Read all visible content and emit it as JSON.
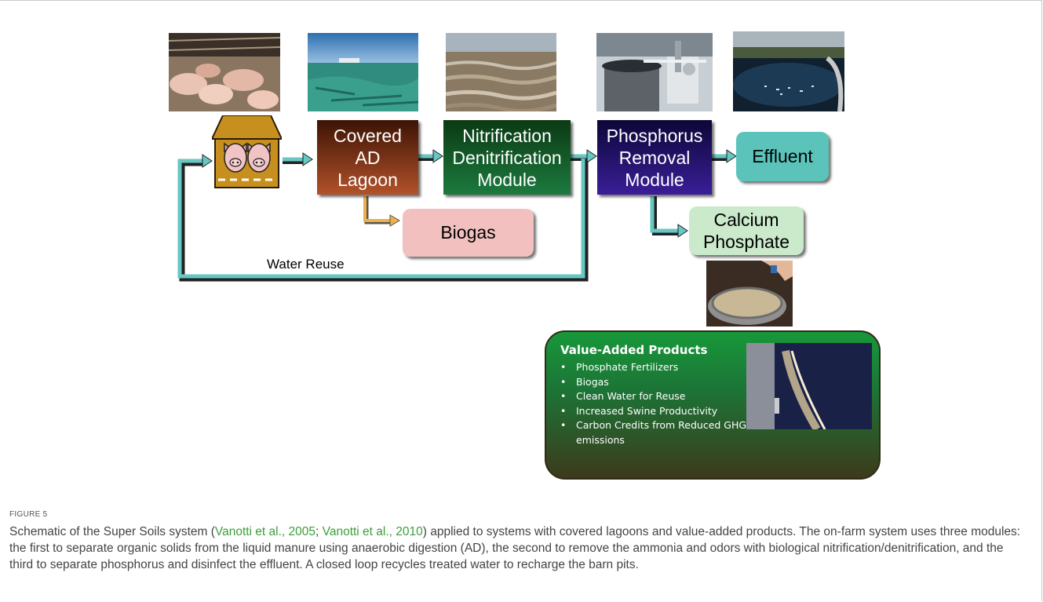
{
  "diagram": {
    "nodes": {
      "covered_ad_lagoon": "Covered\nAD\nLagoon",
      "nitrification": "Nitrification\nDenitrification\nModule",
      "phosphorus": "Phosphorus\nRemoval\nModule",
      "effluent": "Effluent",
      "biogas": "Biogas",
      "calcium_phosphate": "Calcium\nPhosphate"
    },
    "loop_label": "Water Reuse",
    "value_added": {
      "title": "Value-Added Products",
      "items": [
        "Phosphate Fertilizers",
        "Biogas",
        "Clean Water for Reuse",
        "Increased Swine Productivity",
        "Carbon Credits from Reduced GHG emissions"
      ]
    },
    "colors": {
      "lagoon": "#7a2e0e",
      "nitrification": "#0f5a2a",
      "phosphorus": "#25106a",
      "effluent": "#5cc3bb",
      "biogas": "#f3c0c0",
      "calcium": "#c8e8c8",
      "arrow_teal": "#67c7c3",
      "arrow_orange": "#eeb04a",
      "barn": "#c7901e"
    }
  },
  "caption": {
    "label": "FIGURE 5",
    "text_start": "Schematic of the Super Soils system (",
    "ref1": "Vanotti et al., 2005",
    "sep": "; ",
    "ref2": "Vanotti et al., 2010",
    "text_end": ") applied to systems with covered lagoons and value-added products. The on-farm system uses three modules: the first to separate organic solids from the liquid manure using anaerobic digestion (AD), the second to remove the ammonia and odors with biological nitrification/denitrification, and the third to separate phosphorus and disinfect the effluent. A closed loop recycles treated water to recharge the barn pits."
  }
}
